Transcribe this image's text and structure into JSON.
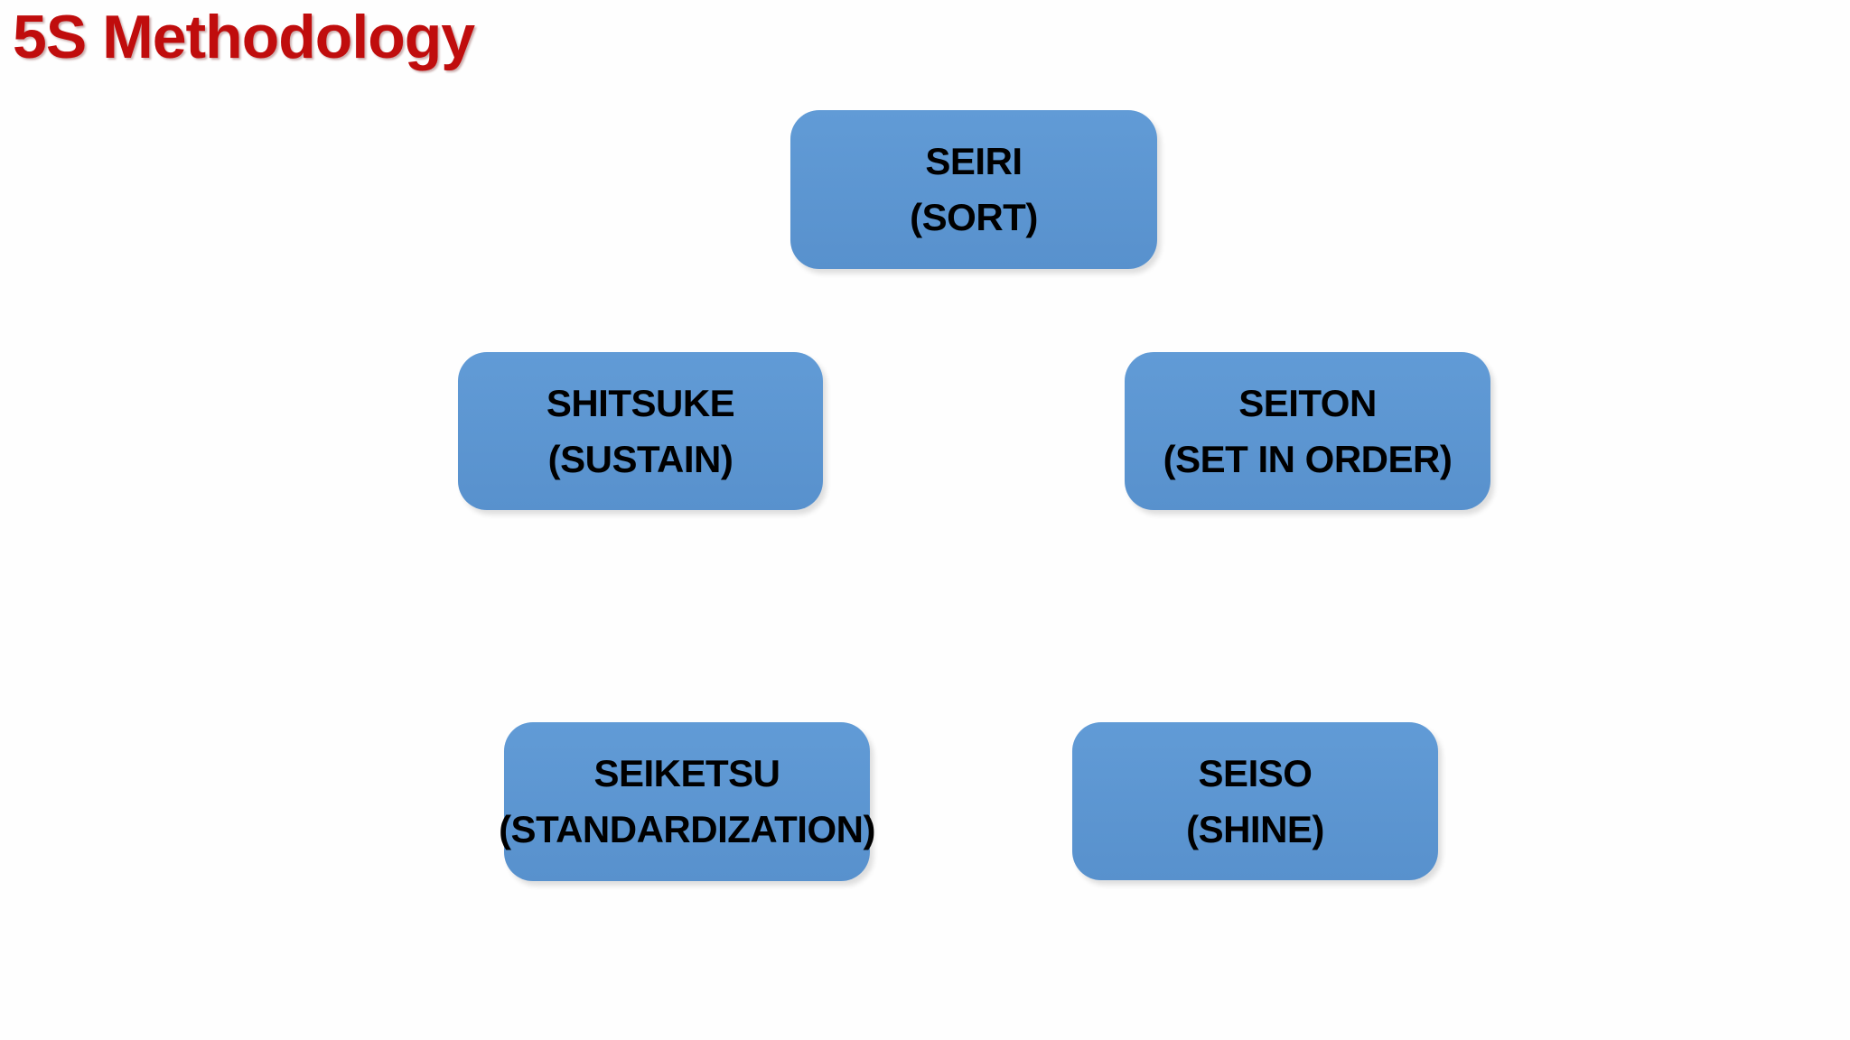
{
  "slide": {
    "title": "5S Methodology"
  },
  "colors": {
    "title_red": "#C00D0D",
    "node_blue": "#5B96D2",
    "node_text": "#000000",
    "background": "#FEFEFE"
  },
  "diagram": {
    "type": "cycle-diagram",
    "boxes": [
      {
        "name": "SEIRI",
        "translation": "(SORT)",
        "position": "top-center"
      },
      {
        "name": "SEITON",
        "translation": "(SET IN ORDER)",
        "position": "middle-right"
      },
      {
        "name": "SEISO",
        "translation": "(SHINE)",
        "position": "bottom-right"
      },
      {
        "name": "SEIKETSU",
        "translation": "(STANDARDIZATION)",
        "position": "bottom-left"
      },
      {
        "name": "SHITSUKE",
        "translation": "(SUSTAIN)",
        "position": "middle-left"
      }
    ]
  }
}
